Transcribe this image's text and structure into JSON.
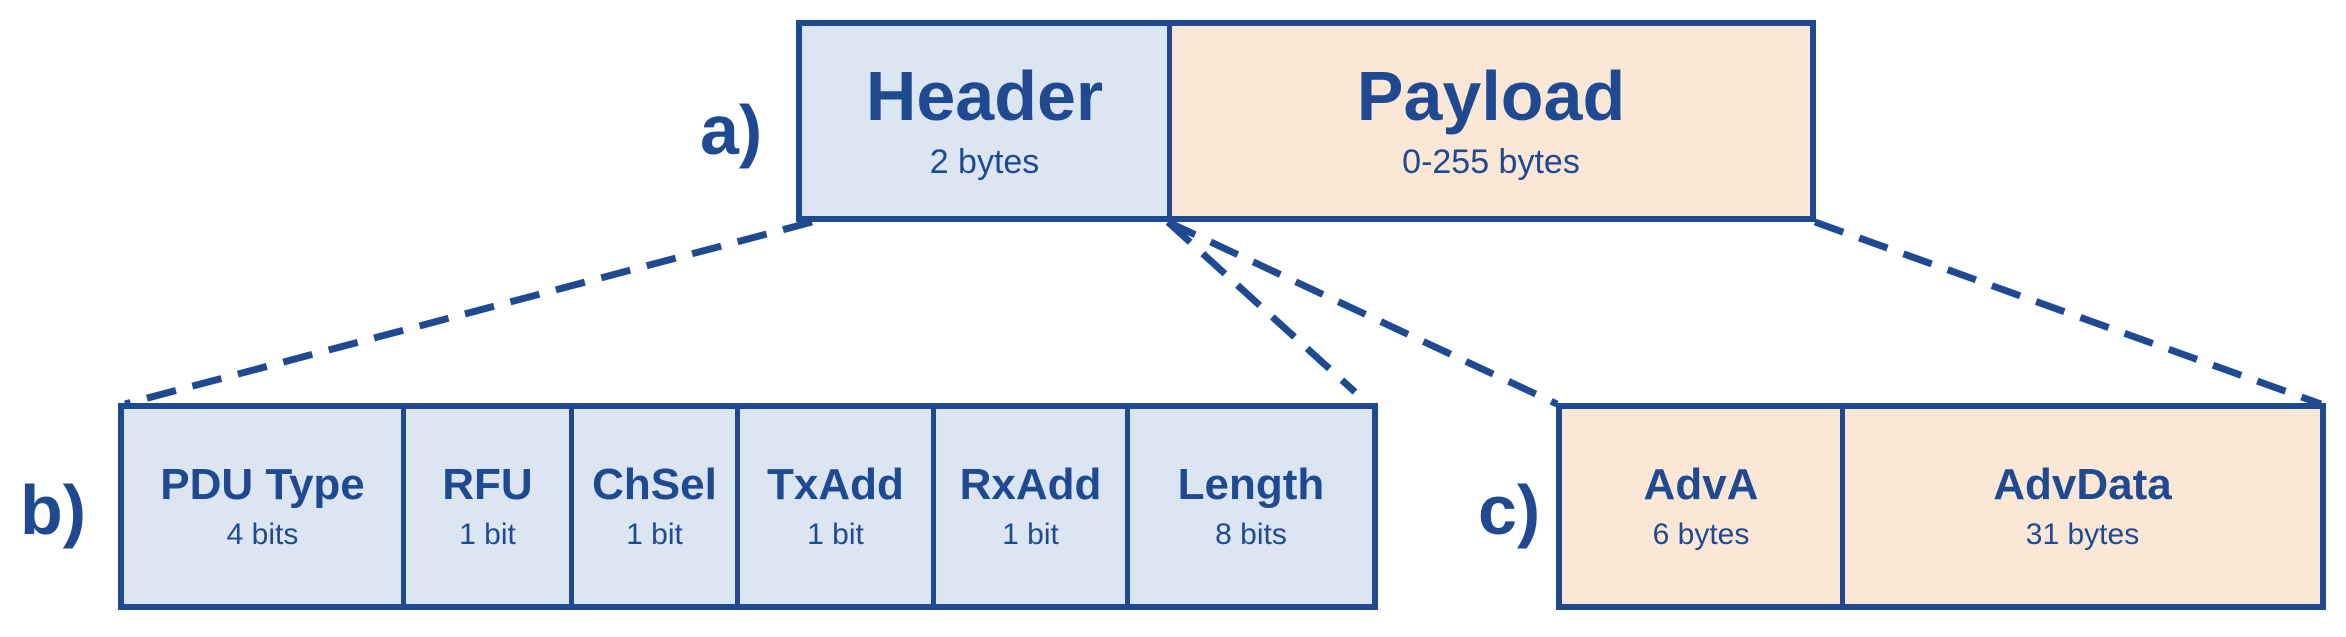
{
  "colors": {
    "outline": "#1f4a91",
    "header_fill": "#dce6f3",
    "payload_fill": "#fbe7d6"
  },
  "panel_a": {
    "label": "a)",
    "fields": [
      {
        "name": "Header",
        "size": "2 bytes"
      },
      {
        "name": "Payload",
        "size": "0-255 bytes"
      }
    ]
  },
  "panel_b": {
    "label": "b)",
    "fields": [
      {
        "name": "PDU Type",
        "size": "4 bits"
      },
      {
        "name": "RFU",
        "size": "1 bit"
      },
      {
        "name": "ChSel",
        "size": "1 bit"
      },
      {
        "name": "TxAdd",
        "size": "1 bit"
      },
      {
        "name": "RxAdd",
        "size": "1 bit"
      },
      {
        "name": "Length",
        "size": "8 bits"
      }
    ]
  },
  "panel_c": {
    "label": "c)",
    "fields": [
      {
        "name": "AdvA",
        "size": "6 bytes"
      },
      {
        "name": "AdvData",
        "size": "31 bytes"
      }
    ]
  }
}
